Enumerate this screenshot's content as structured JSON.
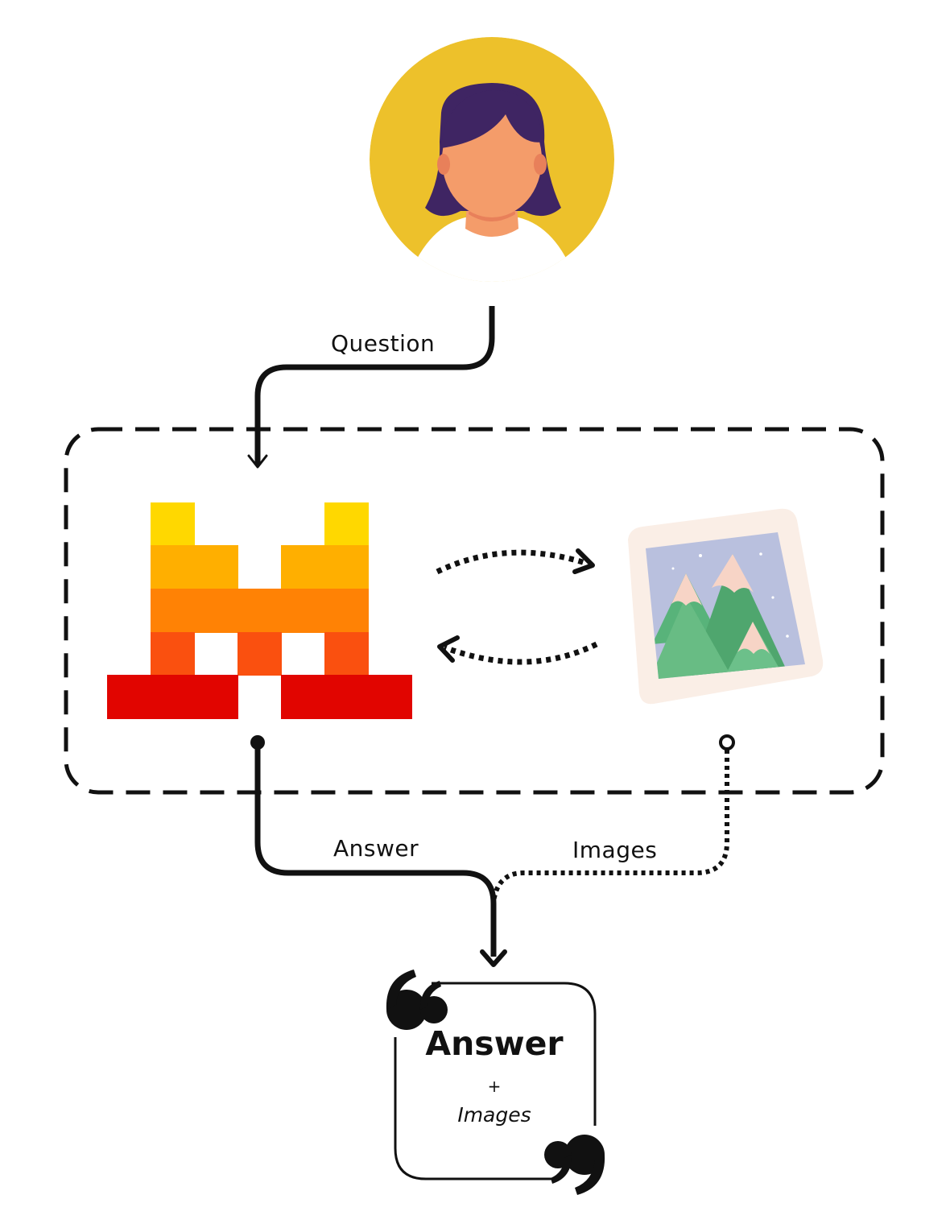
{
  "edges": {
    "question_label": "Question",
    "answer_label": "Answer",
    "images_label": "Images"
  },
  "output_card": {
    "title": "Answer",
    "separator": "+",
    "subtitle": "Images"
  },
  "nodes": {
    "user": {
      "icon": "user-avatar-icon"
    },
    "model": {
      "icon": "mistral-logo-icon"
    },
    "image_store": {
      "icon": "picture-frame-icon"
    }
  },
  "colors": {
    "avatar_bg": "#EDC12B",
    "hair": "#3F2563",
    "skin": "#F49C6A",
    "logo_yellow": "#FFD800",
    "logo_amber": "#FFAF00",
    "logo_orange": "#FF8205",
    "logo_red_orange": "#FA500F",
    "logo_red": "#E10500",
    "frame": "#FAEEE6",
    "sky": "#B9C0DE",
    "mountain": "#58B37A",
    "snow": "#F7D4C6",
    "line": "#111111"
  }
}
